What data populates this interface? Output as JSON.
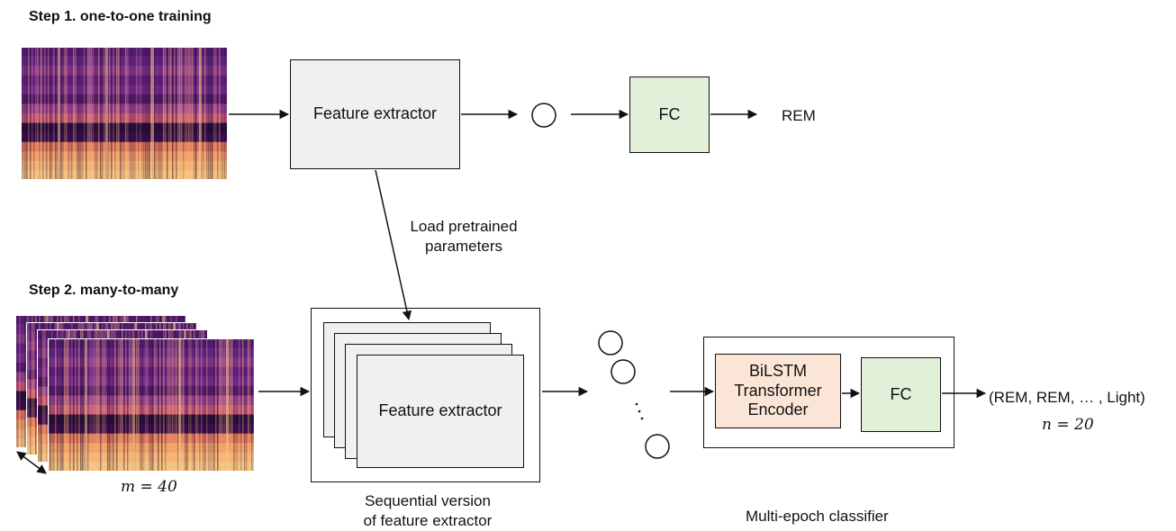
{
  "step1": {
    "title": "Step 1. one-to-one training",
    "feature_extractor": "Feature extractor",
    "fc": "FC",
    "output": "REM"
  },
  "load_note": {
    "line1": "Load pretrained",
    "line2": "parameters"
  },
  "step2": {
    "title": "Step 2. many-to-many",
    "m_label": "m = 40",
    "feature_extractor": "Feature extractor",
    "seq_caption_line1": "Sequential version",
    "seq_caption_line2": "of feature extractor",
    "bilstm_line1": "BiLSTM",
    "bilstm_line2": "Transformer",
    "bilstm_line3": "Encoder",
    "fc": "FC",
    "output": "(REM, REM, … , Light)",
    "n_label": "n = 20",
    "classifier_caption": "Multi-epoch classifier"
  },
  "colors": {
    "extractor_fill": "#f0f0f0",
    "fc_fill": "#e2efd9",
    "encoder_fill": "#fbe5d6",
    "spectrogram_palette": "magma"
  }
}
